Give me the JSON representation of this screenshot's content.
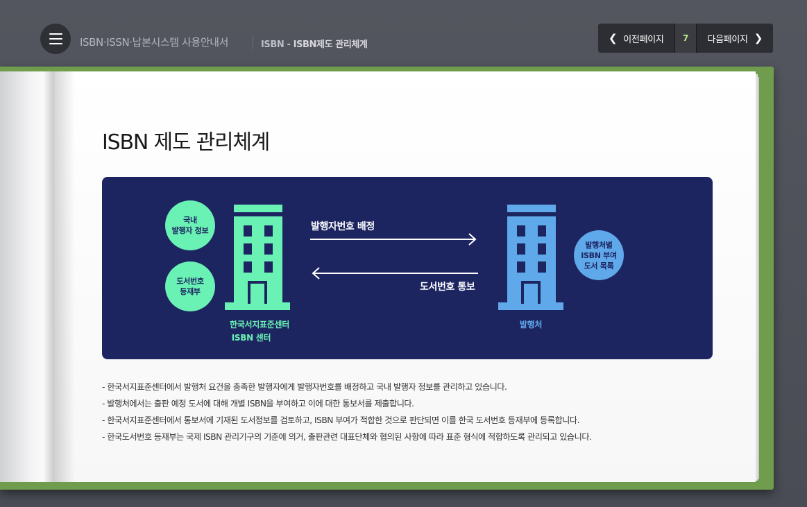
{
  "header": {
    "app_title": "ISBN·ISSN·납본시스템 사용안내서",
    "breadcrumb_section": "ISBN",
    "breadcrumb_dash": " - ",
    "breadcrumb_page": "ISBN제도 관리체계"
  },
  "pager": {
    "prev_label": "이전페이지",
    "page_number": "7",
    "next_label": "다음페이지"
  },
  "page": {
    "title": "ISBN 제도 관리체계"
  },
  "diagram": {
    "left_circles": [
      "국내\n발행자 정보",
      "도서번호\n등재부"
    ],
    "right_circle": "발행처별\nISBN 부여\n도서 목록",
    "left_building_label_line1": "한국서지표준센터",
    "left_building_label_line2": "ISBN 센터",
    "right_building_label": "발행처",
    "arrow_right_label": "발행자번호 배정",
    "arrow_left_label": "도서번호 통보",
    "colors": {
      "panel": "#1d2561",
      "green": "#6af2b4",
      "blue": "#5fa8ea"
    }
  },
  "notes": [
    "- 한국서지표준센터에서 발행처 요건을 충족한 발행자에게 발행자번호를 배정하고 국내 발행자 정보를 관리하고 있습니다.",
    "- 발행처에서는 출판 예정 도서에 대해 개별 ISBN을 부여하고 이에 대한 통보서를 제출합니다.",
    "- 한국서지표준센터에서 통보서에 기재된 도서정보를 검토하고, ISBN 부여가 적합한 것으로 판단되면 이를 한국 도서번호 등재부에 등록합니다.",
    "- 한국도서번호 등재부는 국제 ISBN 관리기구의 기준에 의거, 출판관련 대표단체와 협의된 사항에 따라 표준 형식에 적합하도록 관리되고 있습니다."
  ],
  "icons": [
    "menu-icon",
    "chevron-left-icon",
    "chevron-right-icon",
    "building-icon",
    "arrow-right-icon",
    "arrow-left-icon"
  ]
}
